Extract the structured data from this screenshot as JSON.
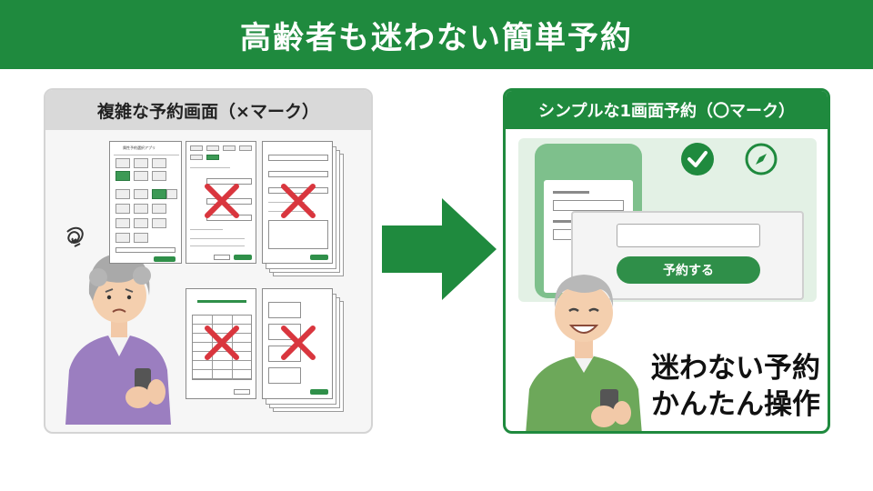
{
  "header": {
    "title": "高齢者も迷わない簡単予約"
  },
  "left_panel": {
    "title": "複雑な予約画面（×マーク）",
    "form1_title": "属性予約選択アプリ"
  },
  "right_panel": {
    "title": "シンプルな1画面予約（〇マーク）",
    "reserve_button": "予約する",
    "caption_line1": "迷わない予約",
    "caption_line2": "かんたん操作"
  },
  "icons": {
    "confused": "scribble-confusion-icon",
    "arrow": "right-arrow-icon",
    "check": "check-circle-icon",
    "compass": "compass-icon",
    "cross": "red-x-icon"
  },
  "colors": {
    "brand_green": "#1f8a3e",
    "cross_red": "#d9363e",
    "panel_gray": "#d9d9d9"
  }
}
